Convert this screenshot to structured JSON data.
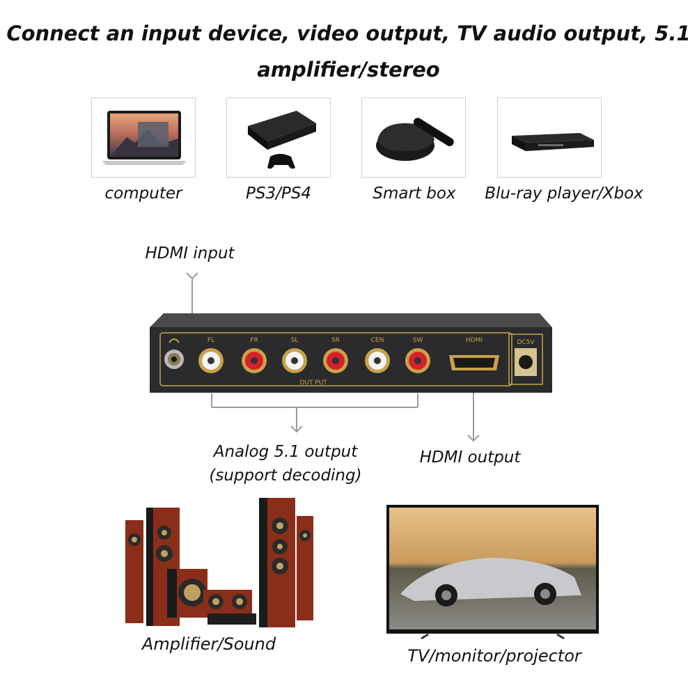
{
  "headline": {
    "line1": "Connect an input device, video output, TV audio output, 5.1",
    "line2": "amplifier/stereo"
  },
  "devices": [
    {
      "icon": "laptop-icon",
      "label": "computer"
    },
    {
      "icon": "game-console-icon",
      "label": "PS3/PS4"
    },
    {
      "icon": "smart-box-icon",
      "label": "Smart box"
    },
    {
      "icon": "bluray-player-icon",
      "label": "Blu-ray player/Xbox"
    }
  ],
  "callouts": {
    "hdmi_input": "HDMI input",
    "analog_output_line1": "Analog 5.1 output",
    "analog_output_line2": "(support decoding)",
    "hdmi_output": "HDMI output"
  },
  "decoder": {
    "ports": [
      "FL",
      "FR",
      "SL",
      "SR",
      "CEN",
      "SW"
    ],
    "hdmi_port": "HDMI",
    "power_port": "DC5V",
    "output_label": "OUT PUT"
  },
  "outputs": {
    "speakers_label": "Amplifier/Sound",
    "tv_label": "TV/monitor/projector"
  },
  "colors": {
    "device_body": "#2b2b2d",
    "gold_trim": "#c8a24a",
    "rca_red": "#d8202a",
    "rca_white": "#f4f4f4",
    "speaker_wood": "#8a2e1a",
    "callout_line": "#9a9a9a"
  }
}
